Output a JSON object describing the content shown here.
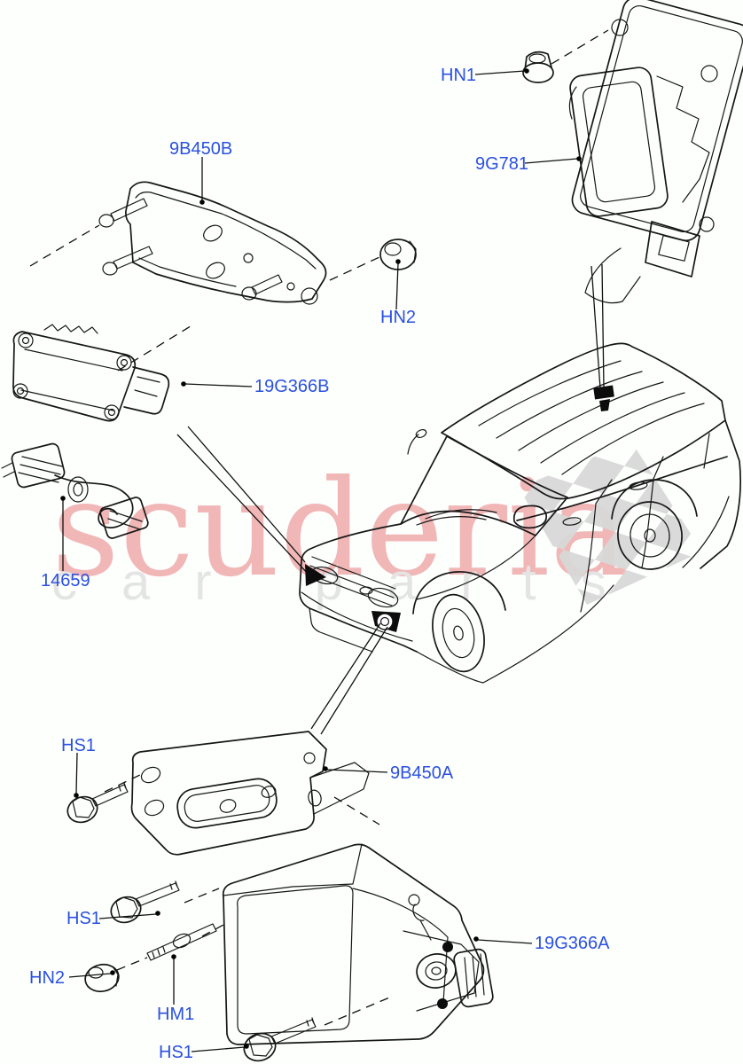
{
  "diagram": {
    "type": "exploded-parts-diagram",
    "vehicle": "Range Rover style SUV line art",
    "colors": {
      "background": "#fdfffd",
      "line_art": "#161616",
      "part_label": "#2b50e0",
      "watermark_brand": "#efabab",
      "watermark_tagline": "#e4e4e4",
      "checker_flag": "#d8d8d8"
    },
    "watermark": {
      "brand": "scuderia",
      "tagline": "car parts"
    },
    "labels": {
      "bracket_upper": "9B450B",
      "hn1": "HN1",
      "module": "9G781",
      "hn2_upper": "HN2",
      "sensor_b": "19G366B",
      "harness": "14659",
      "hs1_bracket": "HS1",
      "bracket_lower": "9B450A",
      "hs1_top": "HS1",
      "hn2_lower": "HN2",
      "hm1": "HM1",
      "hs1_bottom": "HS1",
      "sensor_a": "19G366A"
    }
  }
}
